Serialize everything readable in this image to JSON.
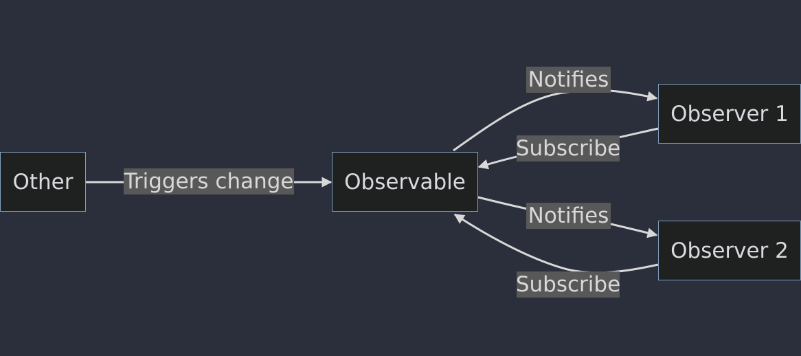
{
  "nodes": {
    "other": "Other",
    "observable": "Observable",
    "observer1": "Observer 1",
    "observer2": "Observer 2"
  },
  "edges": {
    "triggers_change": "Triggers change",
    "notifies_1": "Notifies",
    "subscribe_1": "Subscribe",
    "notifies_2": "Notifies",
    "subscribe_2": "Subscribe"
  },
  "colors": {
    "background": "#2b2e3b",
    "node_fill": "#1f2020",
    "node_border": "#81a1c1",
    "edge": "#d8d8d8",
    "label_bg": "#585858"
  }
}
